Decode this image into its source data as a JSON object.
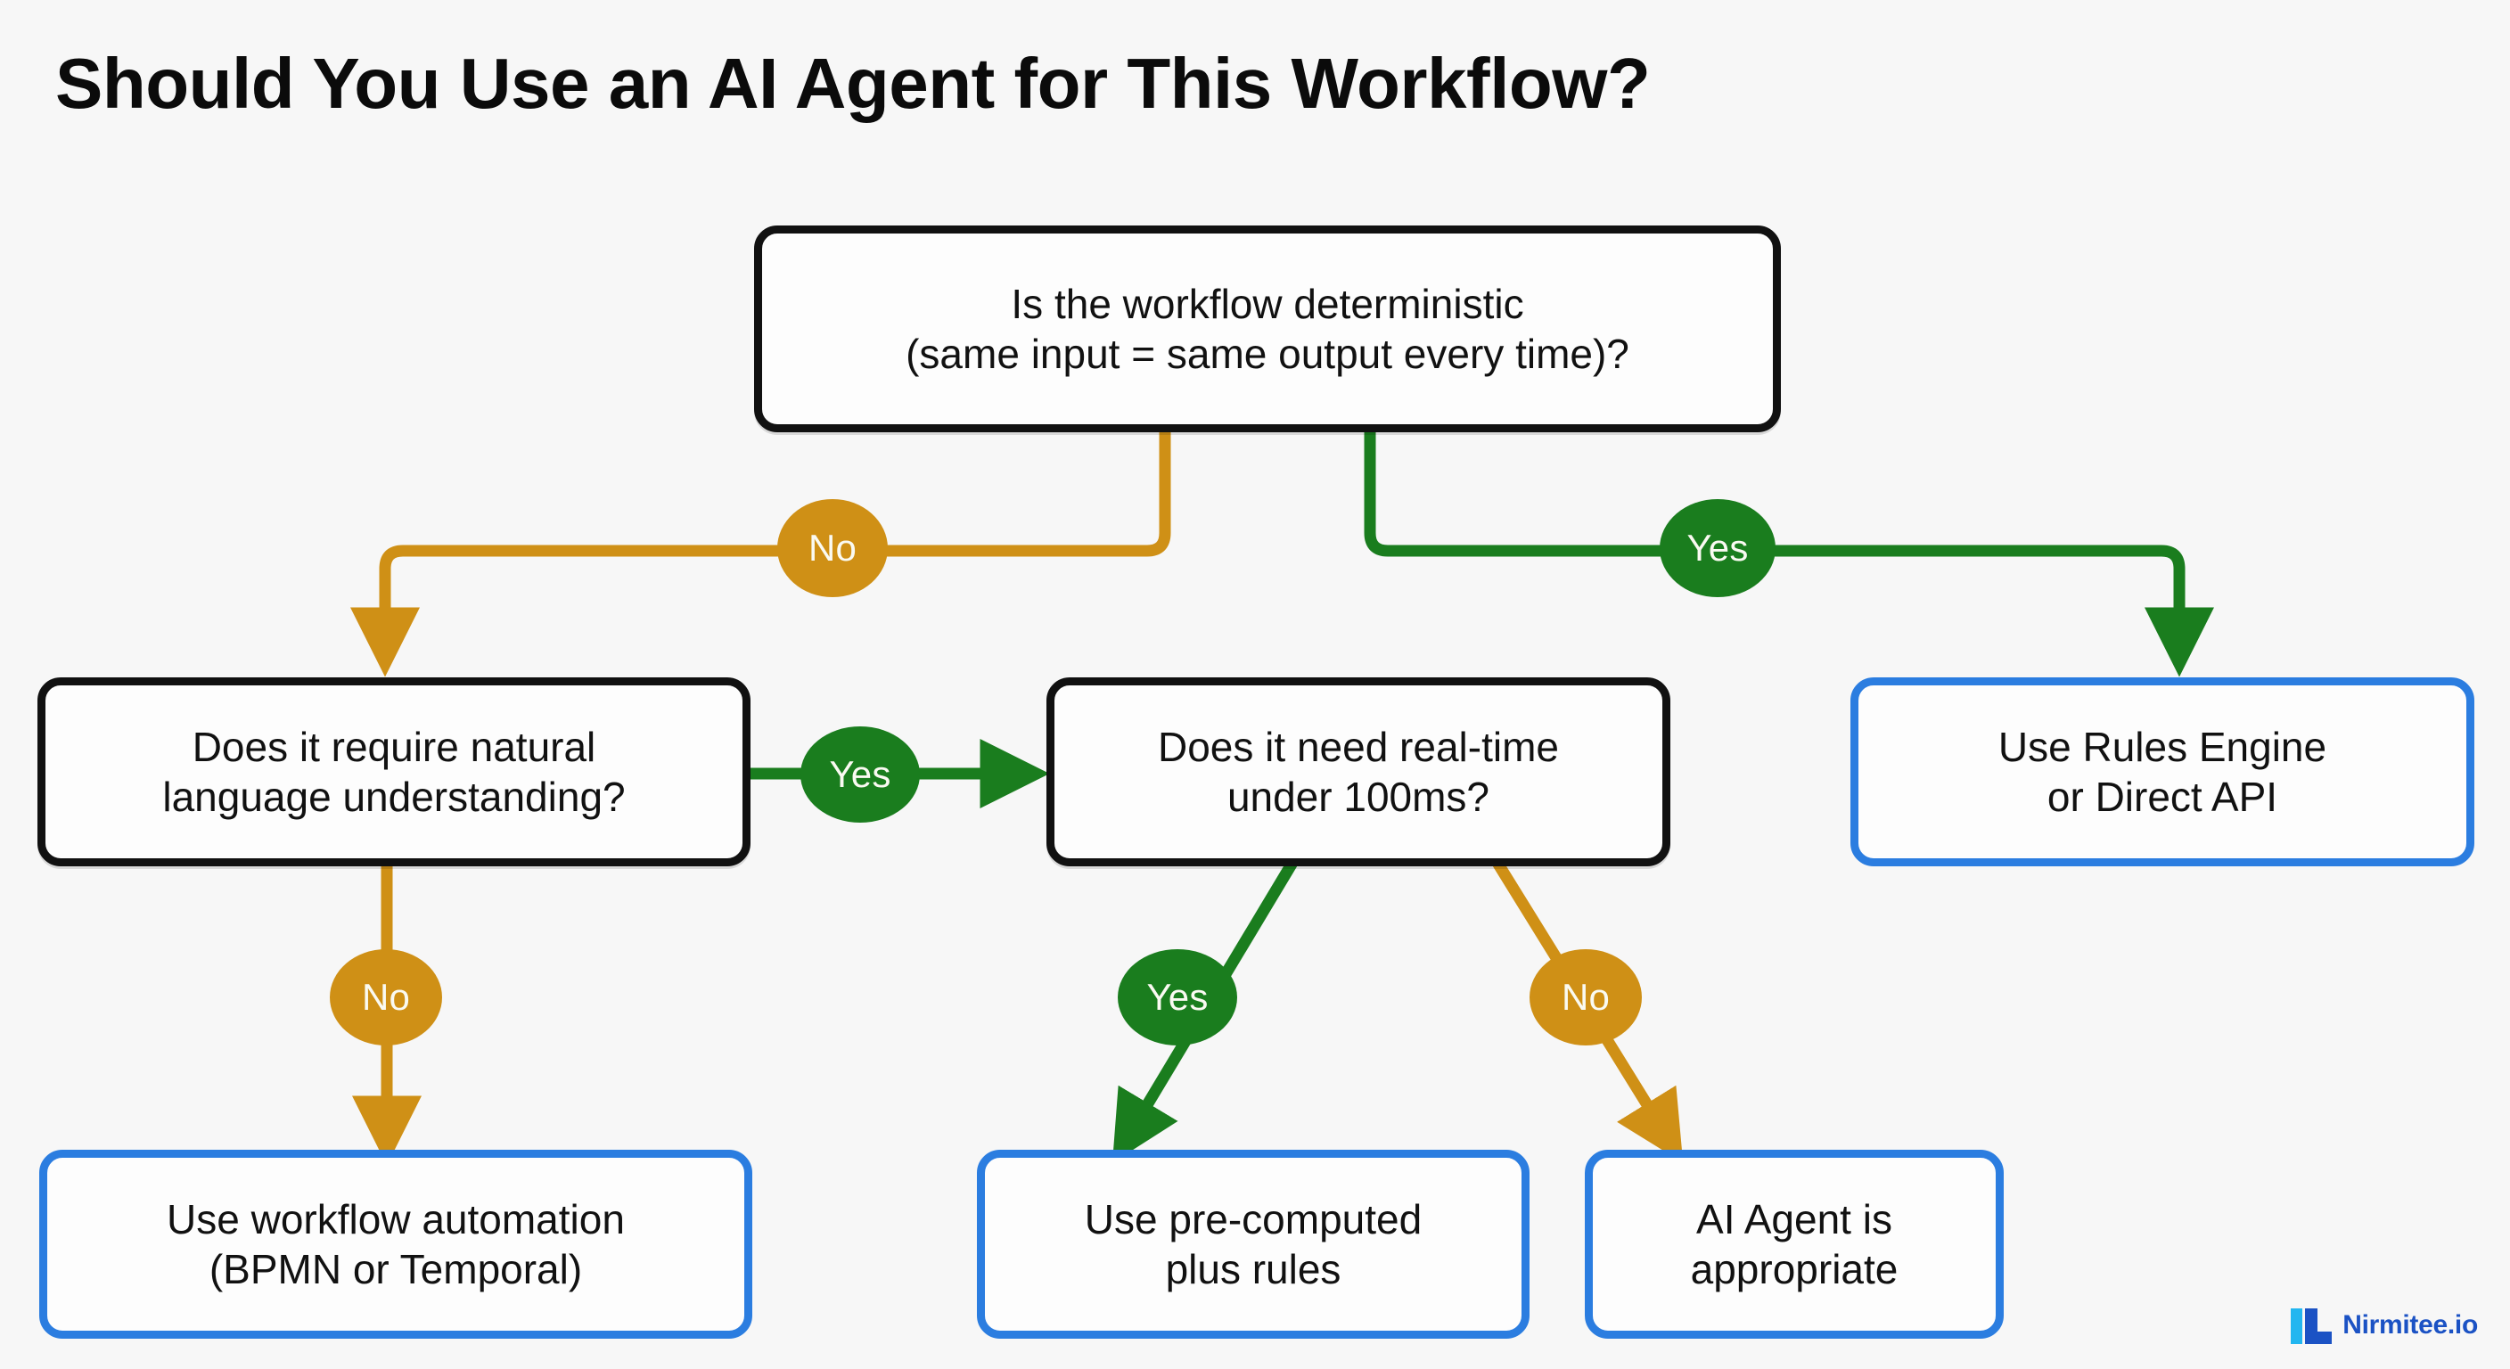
{
  "page": {
    "title": "Should You Use an AI Agent for This Workflow?",
    "background_color": "#f7f7f7"
  },
  "colors": {
    "decision_border": "#111111",
    "outcome_border": "#2b7de0",
    "yes_edge": "#1a7d1e",
    "no_edge": "#cf9016",
    "node_fill": "#fdfdfd",
    "text": "#111111",
    "badge_text": "#fafaf2",
    "logo_primary": "#1b52c4",
    "logo_accent": "#22b6f0"
  },
  "nodes": {
    "root": {
      "id": "is-workflow-deterministic",
      "type": "decision",
      "line1": "Is the workflow deterministic",
      "line2": "(same input = same output every time)?"
    },
    "nlu": {
      "id": "requires-natural-language",
      "type": "decision",
      "line1": "Does it require natural",
      "line2": "language understanding?"
    },
    "realtime": {
      "id": "needs-real-time",
      "type": "decision",
      "line1": "Does it need real-time",
      "line2": "under 100ms?"
    },
    "rules_engine": {
      "id": "use-rules-engine",
      "type": "outcome",
      "line1": "Use Rules Engine",
      "line2": "or Direct API"
    },
    "workflow_automation": {
      "id": "use-workflow-automation",
      "type": "outcome",
      "line1": "Use workflow automation",
      "line2": "(BPMN or Temporal)"
    },
    "precomputed": {
      "id": "use-pre-computed",
      "type": "outcome",
      "line1": "Use pre-computed",
      "line2": "plus rules"
    },
    "ai_agent": {
      "id": "ai-agent-appropriate",
      "type": "outcome",
      "line1": "AI Agent is",
      "line2": "appropriate"
    }
  },
  "edges": {
    "root_no": {
      "label": "No",
      "color": "no",
      "from": "root",
      "to": "nlu"
    },
    "root_yes": {
      "label": "Yes",
      "color": "yes",
      "from": "root",
      "to": "rules_engine"
    },
    "nlu_yes": {
      "label": "Yes",
      "color": "yes",
      "from": "nlu",
      "to": "realtime"
    },
    "nlu_no": {
      "label": "No",
      "color": "no",
      "from": "nlu",
      "to": "workflow_automation"
    },
    "realtime_yes": {
      "label": "Yes",
      "color": "yes",
      "from": "realtime",
      "to": "precomputed"
    },
    "realtime_no": {
      "label": "No",
      "color": "no",
      "from": "realtime",
      "to": "ai_agent"
    }
  },
  "logo": {
    "text": "Nirmitee.io"
  }
}
